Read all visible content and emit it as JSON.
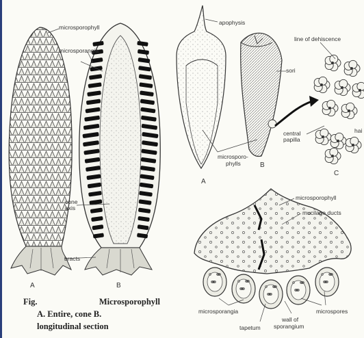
{
  "labels": {
    "microsporophyll_top": "microsporophyll",
    "microsporangia_top": "microsporangia",
    "cone_axis_1": "cone",
    "cone_axis_2": "axis",
    "bracts": "bracts",
    "fig_a_letter": "A",
    "fig_b_letter": "B",
    "apophysis": "apophysis",
    "microsporophylls_1": "microsporo-",
    "microsporophylls_2": "phylls",
    "sori": "sori",
    "line_of_dehiscence": "line of dehiscence",
    "central_papilla_1": "central",
    "central_papilla_2": "papilla",
    "hairs": "hai",
    "mid_a": "A",
    "mid_b": "B",
    "mid_c": "C",
    "microsporophyll_bottom": "microsporophyll",
    "mucilage_ducts": "mucilage ducts",
    "microsporangia_bottom": "microsporangia",
    "microspores": "microspores",
    "tapetum": "tapetum",
    "wall_1": "wall of",
    "wall_2": "sporangium"
  },
  "caption": {
    "fig": "Fig.",
    "title": "Microsporophyll",
    "line2": "A. Entire, cone  B.",
    "line3": "longitudinal section"
  }
}
